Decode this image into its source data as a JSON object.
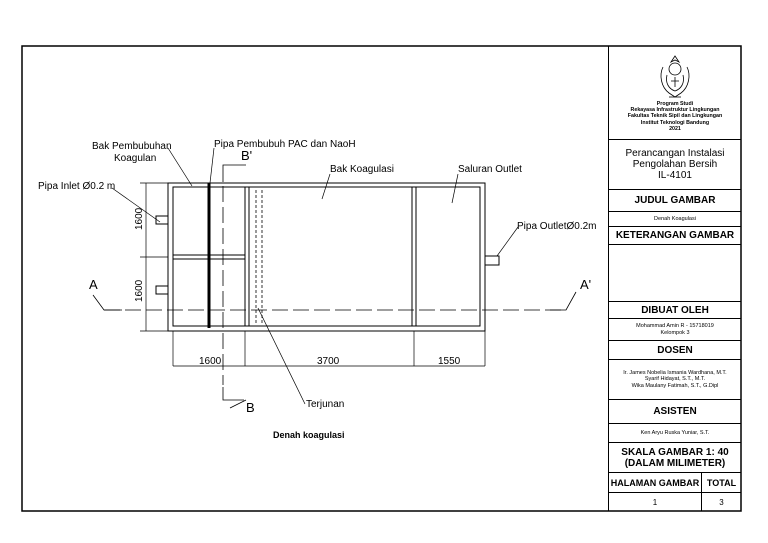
{
  "drawing": {
    "caption": "Denah koagulasi",
    "labels": {
      "bak_pembubuhan_1": "Bak Pembubuhan",
      "bak_pembubuhan_2": "Koagulan",
      "pipa_pembubuh": "Pipa Pembubuh PAC dan NaoH",
      "pipa_inlet": "Pipa Inlet Ø0.2 m",
      "bak_koagulasi": "Bak Koagulasi",
      "saluran_outlet": "Saluran Outlet",
      "pipa_outlet": "Pipa OutletØ0.2m",
      "terjunan": "Terjunan",
      "section_a": "A",
      "section_a_prime": "A'",
      "section_b": "B",
      "section_b_prime": "B'"
    },
    "dimensions": {
      "vertical_top": "1600",
      "vertical_bottom": "1600",
      "horizontal_1": "1600",
      "horizontal_2": "3700",
      "horizontal_3": "1550"
    }
  },
  "title_block": {
    "institution": [
      "Program Studi",
      "Rekayasa Infrastruktur Lingkungan",
      "Fakultas Teknik Sipil dan Lingkungan",
      "Institut Teknologi Bandung",
      "2021"
    ],
    "project": [
      "Perancangan Instalasi",
      "Pengolahan Bersih",
      "IL-4101"
    ],
    "judul_header": "JUDUL GAMBAR",
    "judul_value": "Denah Koagulasi",
    "keterangan_header": "KETERANGAN GAMBAR",
    "dibuat_header": "DIBUAT OLEH",
    "dibuat_value": [
      "Mohammad Amin R - 15718019",
      "Kelompok 3"
    ],
    "dosen_header": "DOSEN",
    "dosen_value": [
      "Ir. James Nobelia Ismania Wardhana, M.T.",
      "Syarif Hidayat, S.T., M.T.",
      "Wika Maulany Fatimah, S.T., G.Dipl"
    ],
    "asisten_header": "ASISTEN",
    "asisten_value": "Ken Aryu Ruska Yuniar, S.T.",
    "skala": [
      "SKALA GAMBAR 1: 40",
      "(DALAM MILIMETER)"
    ],
    "halaman_header": "HALAMAN GAMBAR",
    "total_header": "TOTAL",
    "halaman_value": "1",
    "total_value": "3"
  }
}
